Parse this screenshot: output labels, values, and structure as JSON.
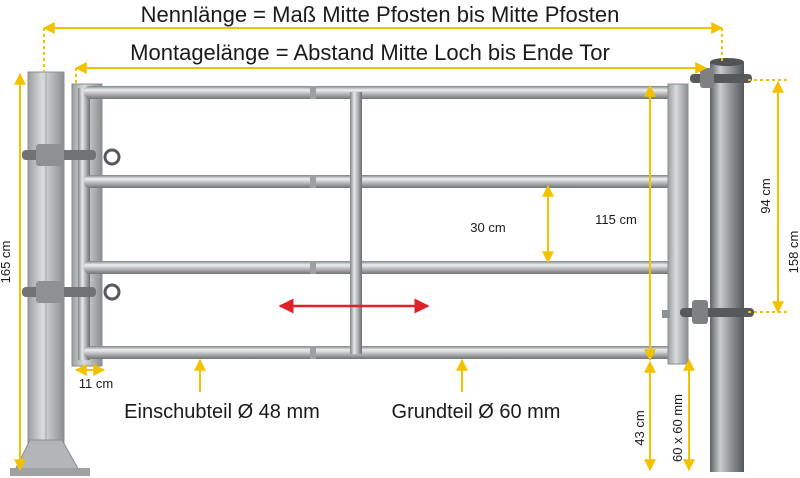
{
  "title_line1": "Nennlänge = Maß Mitte Pfosten bis Mitte Pfosten",
  "title_line2": "Montagelänge = Abstand Mitte Loch bis Ende Tor",
  "labels": {
    "post_left_height": "165 cm",
    "post_right_height": "158 cm",
    "gate_height_overall": "115 cm",
    "rail_spacing": "30 cm",
    "hinge_spacing": "94 cm",
    "ground_clearance": "43 cm",
    "post_profile": "60 x 60 mm",
    "offset": "11 cm",
    "extension_part": "Einschubteil Ø 48 mm",
    "base_part": "Grundteil Ø 60 mm"
  },
  "colors": {
    "dimension_yellow": "#f2c200",
    "arrow_red": "#e0202a",
    "steel": "#b9bcbd",
    "steel_dark": "#7d8183",
    "text": "#1a1a1a"
  }
}
